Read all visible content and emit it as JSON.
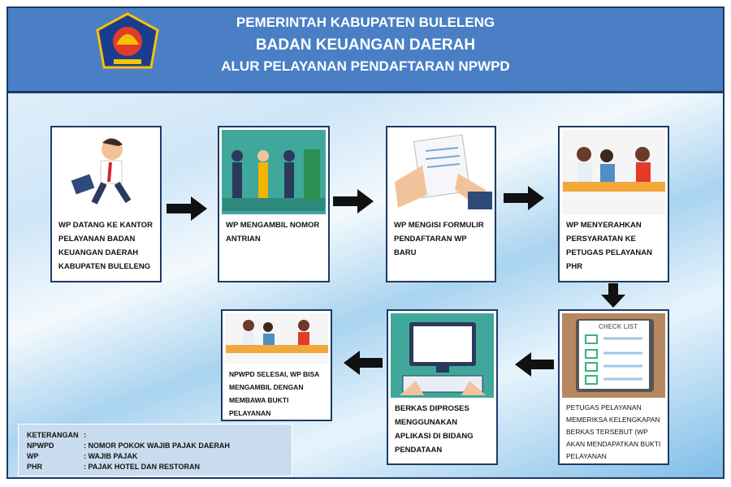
{
  "header": {
    "line1": "PEMERINTAH KABUPATEN BULELENG",
    "line2": "BADAN KEUANGAN DAERAH",
    "line3": "ALUR PELAYANAN PENDAFTARAN NPWPD"
  },
  "steps": [
    {
      "caption": "WP DATANG KE KANTOR PELAYANAN BADAN KEUANGAN DAERAH KABUPATEN BULELENG",
      "icon": "running-man-icon"
    },
    {
      "caption": "WP MENGAMBIL NOMOR ANTRIAN",
      "icon": "queue-icon"
    },
    {
      "caption": "WP MENGISI FORMULIR PENDAFTARAN WP BARU",
      "icon": "form-writing-icon"
    },
    {
      "caption": "WP MENYERAHKAN PERSYARATAN KE PETUGAS PELAYANAN PHR",
      "icon": "service-desk-icon"
    },
    {
      "caption": "PETUGAS PELAYANAN MEMERIKSA KELENGKAPAN BERKAS TERSEBUT (WP AKAN MENDAPATKAN BUKTI PELAYANAN",
      "icon": "checklist-icon",
      "image_text": "CHECK LIST"
    },
    {
      "caption": "BERKAS DIPROSES MENGGUNAKAN APLIKASI DI BIDANG PENDATAAN",
      "icon": "computer-icon"
    },
    {
      "caption": "NPWPD SELESAI, WP BISA MENGAMBIL DENGAN MEMBAWA BUKTI PELAYANAN",
      "icon": "service-desk-icon"
    }
  ],
  "legend": {
    "title": "KETERANGAN",
    "colon": ":",
    "items": [
      {
        "term": "NPWPD",
        "def": ": NOMOR POKOK WAJIB PAJAK DAERAH"
      },
      {
        "term": "WP",
        "def": ": WAJIB PAJAK"
      },
      {
        "term": "PHR",
        "def": ": PAJAK HOTEL DAN RESTORAN"
      }
    ]
  },
  "colors": {
    "header": "#4a7fc6",
    "border": "#1f3a66"
  }
}
